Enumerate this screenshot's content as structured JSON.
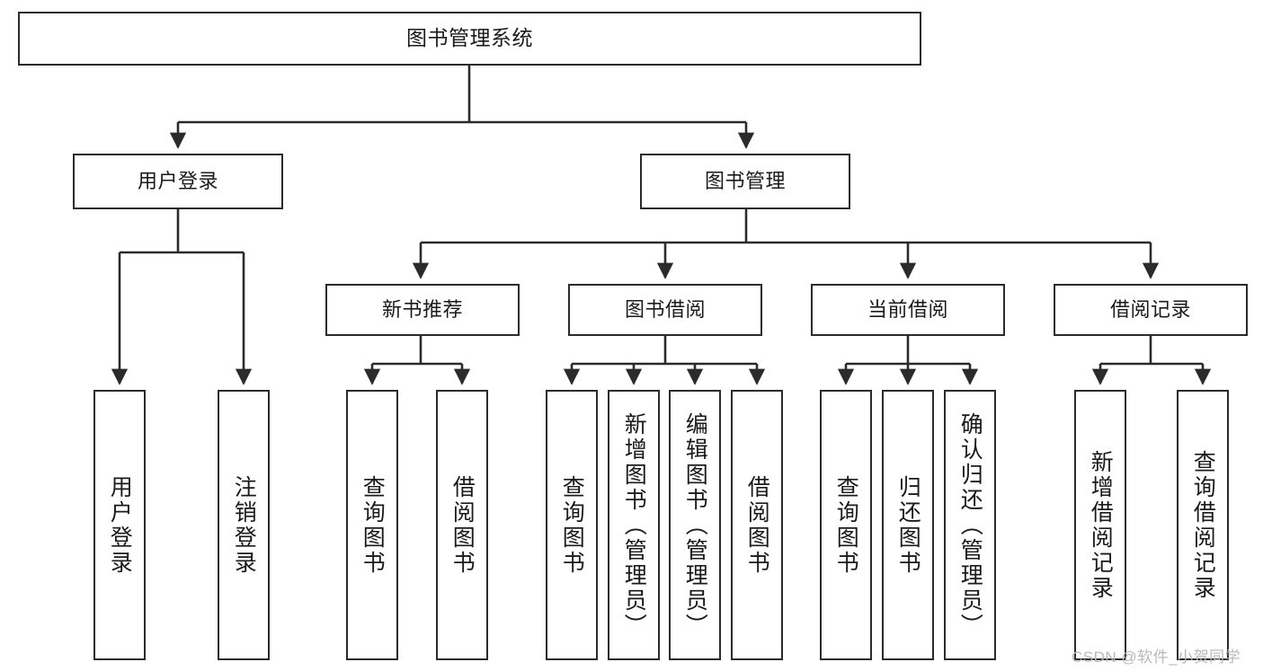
{
  "diagram": {
    "title": "图书管理系统",
    "type": "tree-hierarchy-chart",
    "colors": {
      "box_border": "#2b2b2b",
      "box_fill": "#ffffff",
      "connector": "#2b2b2b",
      "text": "#1a1a1a",
      "watermark": "#b9b9b9",
      "background": "#ffffff"
    },
    "root": {
      "label": "图书管理系统"
    },
    "level2": [
      {
        "label": "用户登录"
      },
      {
        "label": "图书管理"
      }
    ],
    "level3": [
      {
        "label": "新书推荐"
      },
      {
        "label": "图书借阅"
      },
      {
        "label": "当前借阅"
      },
      {
        "label": "借阅记录"
      }
    ],
    "leaves": {
      "user_login": [
        {
          "label": "用户登录"
        },
        {
          "label": "注销登录"
        }
      ],
      "new_book": [
        {
          "label": "查询图书"
        },
        {
          "label": "借阅图书"
        }
      ],
      "book_borrow": [
        {
          "label": "查询图书"
        },
        {
          "label": "新增图书（管理员）"
        },
        {
          "label": "编辑图书（管理员）"
        },
        {
          "label": "借阅图书"
        }
      ],
      "current_borrow": [
        {
          "label": "查询图书"
        },
        {
          "label": "归还图书"
        },
        {
          "label": "确认归还（管理员）"
        }
      ],
      "borrow_record": [
        {
          "label": "新增借阅记录"
        },
        {
          "label": "查询借阅记录"
        }
      ]
    },
    "watermark": "CSDN @软件_小贺同学"
  }
}
